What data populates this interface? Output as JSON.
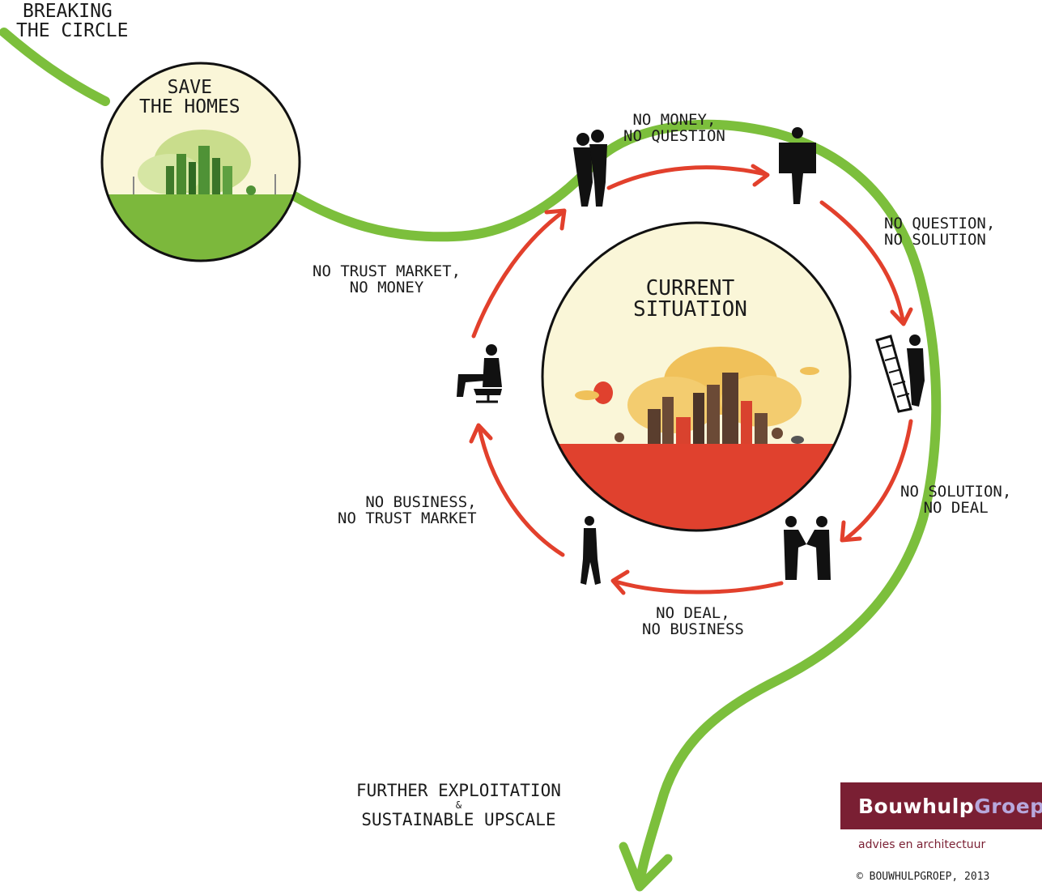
{
  "title": [
    "BREAKING",
    "THE CIRCLE"
  ],
  "save_homes": [
    "SAVE",
    "THE HOMES"
  ],
  "current_situation": [
    "CURRENT",
    "SITUATION"
  ],
  "cycle_labels": {
    "money_question": [
      "NO MONEY,",
      "NO QUESTION"
    ],
    "question_solution": [
      "NO QUESTION,",
      "NO SOLUTION"
    ],
    "solution_deal": [
      "NO SOLUTION,",
      "NO DEAL"
    ],
    "deal_business": [
      "NO DEAL,",
      "NO BUSINESS"
    ],
    "business_trust": [
      "NO BUSINESS,",
      "NO TRUST MARKET"
    ],
    "trust_money": [
      "NO TRUST MARKET,",
      "NO MONEY"
    ]
  },
  "outcome": [
    "FURTHER EXPLOITATION",
    "&",
    "SUSTAINABLE UPSCALE"
  ],
  "logo": {
    "brand_part1": "Bouwhulp",
    "brand_part2": "Groep",
    "tagline": "advies en architectuur",
    "copyright": "© BOUWHULPGROEP, 2013"
  },
  "colors": {
    "green_path": "#7cbf3c",
    "red_arrow": "#e2402c",
    "circle_bg": "#faf6d8",
    "ground_green": "#7cb83c",
    "ground_red": "#e0412e",
    "logo_bg": "#7a1f33",
    "logo_accent": "#b7a8dc",
    "silhouette": "#111111"
  },
  "icons": [
    "couple-icon",
    "person-holding-sign-icon",
    "ladder-climber-icon",
    "handshake-icon",
    "walking-woman-icon",
    "man-in-chair-icon",
    "green-city-icon",
    "red-city-icon"
  ]
}
